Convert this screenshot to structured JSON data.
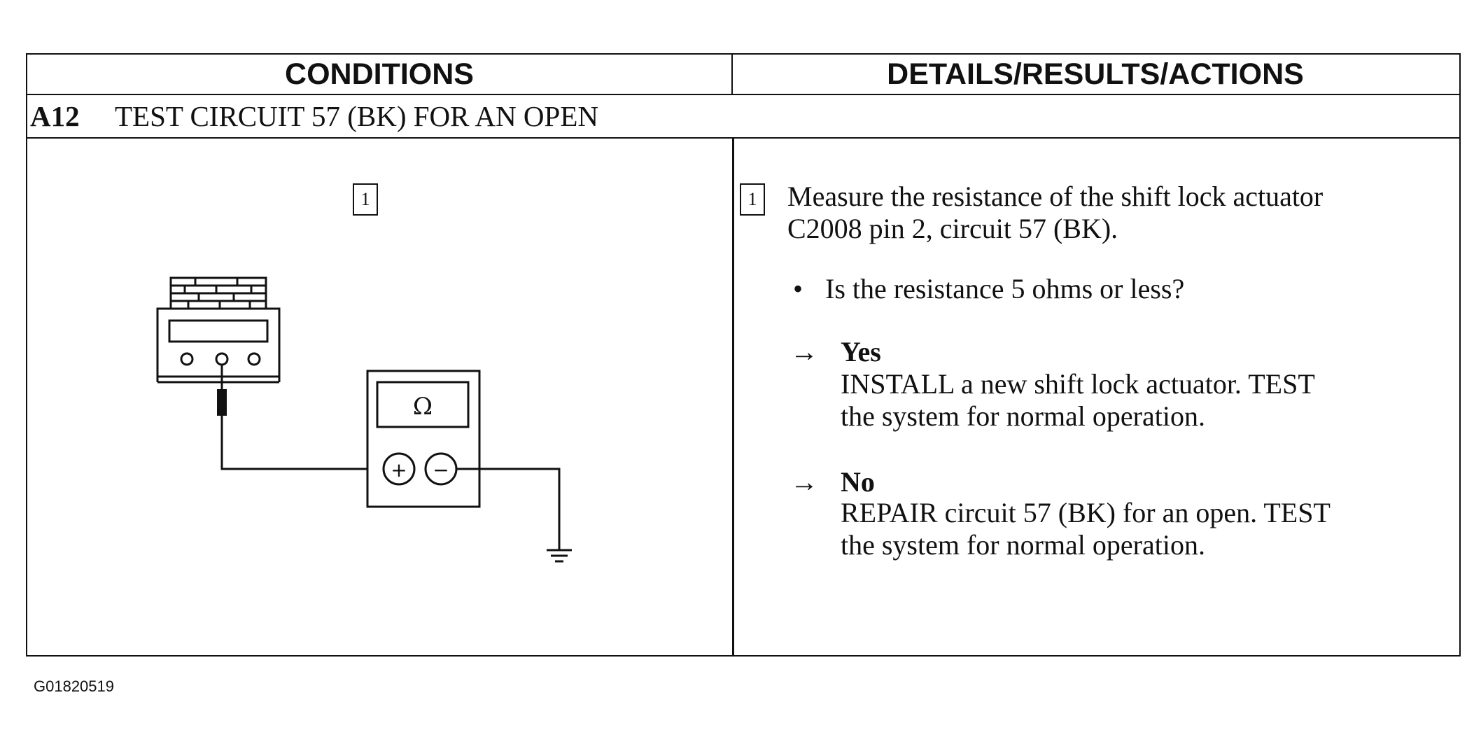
{
  "header": {
    "conditions": "CONDITIONS",
    "details": "DETAILS/RESULTS/ACTIONS"
  },
  "step": {
    "id": "A12",
    "title": "TEST CIRCUIT 57 (BK) FOR AN OPEN"
  },
  "diagram": {
    "step_marker": "1",
    "meter_symbol": "Ω",
    "plus_symbol": "+",
    "minus_symbol": "−",
    "icons": [
      "connector-icon",
      "ohmmeter-icon",
      "ground-icon"
    ]
  },
  "details": {
    "step_marker": "1",
    "instruction_line1": "Measure the resistance of the shift lock actuator",
    "instruction_line2": "C2008 pin 2, circuit 57 (BK).",
    "bullet": "•",
    "question": "Is the resistance 5 ohms or less?",
    "arrow": "→",
    "yes_label": "Yes",
    "yes_line1": "INSTALL a new shift lock actuator. TEST",
    "yes_line2": "the system for normal operation.",
    "no_label": "No",
    "no_line1": "REPAIR circuit 57 (BK) for an open. TEST",
    "no_line2": "the system for normal operation."
  },
  "footer": {
    "figure_id": "G01820519"
  }
}
